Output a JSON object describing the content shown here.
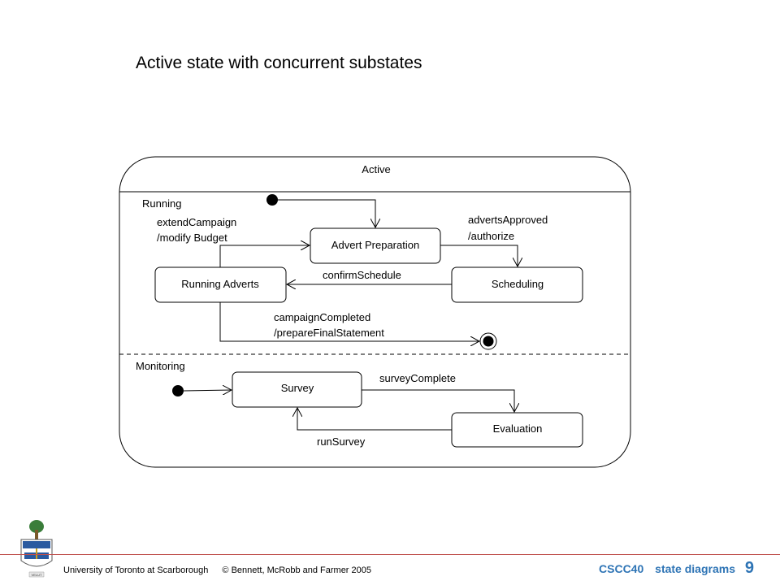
{
  "title": "Active state with concurrent substates",
  "diagram": {
    "composite_state": "Active",
    "regions": [
      {
        "label": "Running",
        "states": [
          "Advert Preparation",
          "Running Adverts",
          "Scheduling"
        ],
        "transitions": [
          {
            "line1": "extendCampaign",
            "line2": "/modify Budget"
          },
          {
            "line1": "advertsApproved",
            "line2": "/authorize"
          },
          {
            "line1": "confirmSchedule"
          },
          {
            "line1": "campaignCompleted",
            "line2": "/prepareFinalStatement"
          }
        ]
      },
      {
        "label": "Monitoring",
        "states": [
          "Survey",
          "Evaluation"
        ],
        "transitions": [
          {
            "line1": "surveyComplete"
          },
          {
            "line1": "runSurvey"
          }
        ]
      }
    ]
  },
  "footer": {
    "institution": "University of Toronto at Scarborough",
    "copyright": "© Bennett, McRobb and Farmer 2005",
    "course": "CSCC40",
    "topic": "state diagrams",
    "page": "9"
  },
  "colors": {
    "footer_accent": "#c0504d",
    "footer_text": "#2e74b5"
  }
}
